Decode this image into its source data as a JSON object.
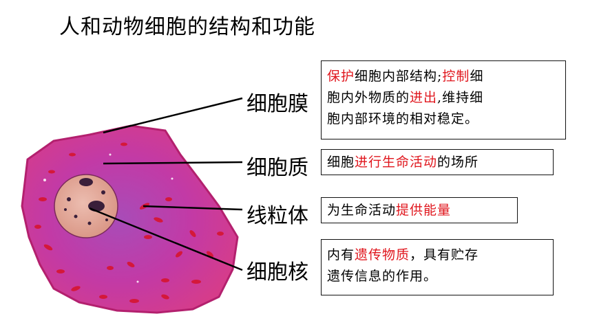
{
  "title": "人和动物细胞的结构和功能",
  "colors": {
    "highlight": "#e0161d",
    "cytoplasm": "#c23aa6",
    "nucleus": "#e3a99c",
    "mitochondria": "#d4183a"
  },
  "labels": {
    "membrane": "细胞膜",
    "cytoplasm": "细胞质",
    "mitochondria": "线粒体",
    "nucleus": "细胞核"
  },
  "boxes": {
    "membrane": {
      "l1": [
        "保护",
        "细胞内部结构;",
        "控制",
        "细"
      ],
      "l2": [
        "胞内外物质的",
        "进出",
        ",维持细"
      ],
      "l3": "胞内部环境的相对稳定。"
    },
    "cytoplasm": [
      "细胞",
      "进行生命活动",
      "的场所"
    ],
    "mitochondria": [
      "为生命活动",
      "提供能量"
    ],
    "nucleus": {
      "l1": [
        "内有",
        "遗传物质",
        "，具有贮存"
      ],
      "l2": "遗传信息的作用。"
    }
  }
}
